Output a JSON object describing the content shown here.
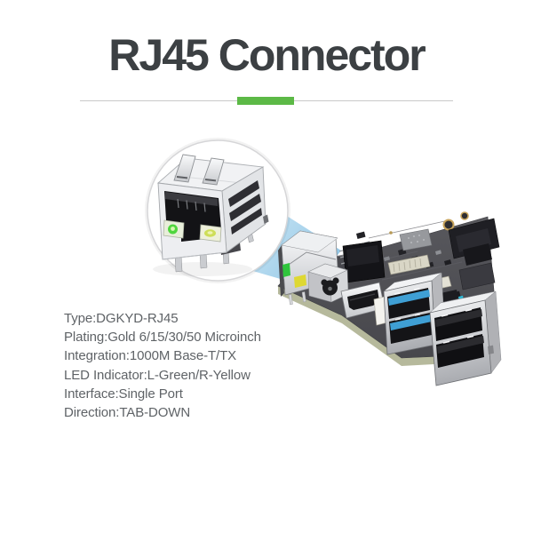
{
  "header": {
    "title": "RJ45 Connector",
    "title_color": "#3c4043",
    "accent_color": "#5cb946",
    "divider_color": "#c9c9c9"
  },
  "specs": {
    "text_color": "#5f6367",
    "lines": [
      "Type:DGKYD-RJ45",
      "Plating:Gold 6/15/30/50 Microinch",
      "Integration:1000M Base-T/TX",
      "LED Indicator:L-Green/R-Yellow",
      "Interface:Single Port",
      "Direction:TAB-DOWN"
    ]
  },
  "figure": {
    "description": "Magnified RJ45 jack inside a circle, linked by a blue zoom beam to the RJ45 port of a single-board computer",
    "colors": {
      "beam_light": "#dceff9",
      "beam_dark": "#8fc6e6",
      "board_top": "#515156",
      "board_edge": "#b6b99c",
      "usb3_blue": "#3f9fd4",
      "usb2_black": "#2b2b2f",
      "led_green": "#4fd63e",
      "led_yellow": "#cede58",
      "board_led_green": "#2fc53c",
      "board_led_yellow": "#ded832",
      "metal_highlight": "#f4f5f7",
      "port_dark": "#131316",
      "hole_ring_gold": "#c7a35a"
    }
  }
}
